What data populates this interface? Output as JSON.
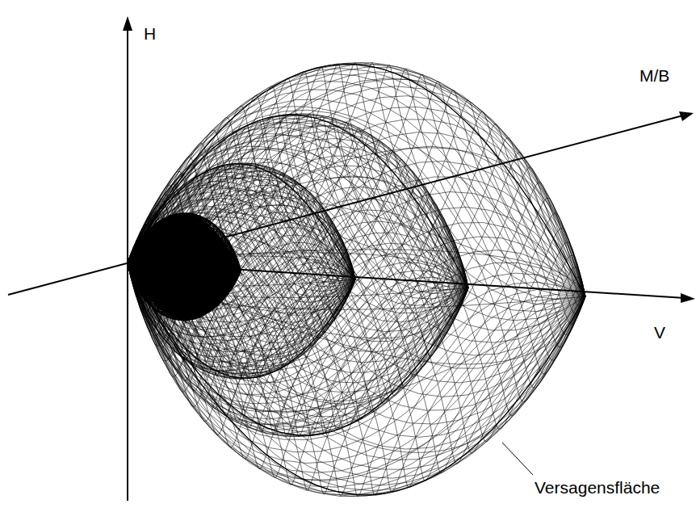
{
  "diagram": {
    "labels": [
      "H",
      "M/B",
      "V",
      "Versagensfläche"
    ]
  }
}
